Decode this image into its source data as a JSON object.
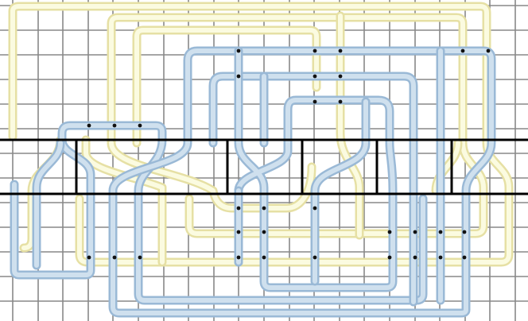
{
  "diagram": {
    "colors": {
      "background": "#ffffff",
      "grid_line": "#888888",
      "band_line": "#000000",
      "wire_yellow_outer": "#e6e0a4",
      "wire_yellow_inner": "#fbfbe0",
      "wire_blue_outer": "#9ab9d6",
      "wire_blue_inner": "#cfe0ee",
      "via": "#111111"
    },
    "grid": {
      "columns": 21,
      "rows": 13
    },
    "bands": {
      "count": 7
    }
  }
}
